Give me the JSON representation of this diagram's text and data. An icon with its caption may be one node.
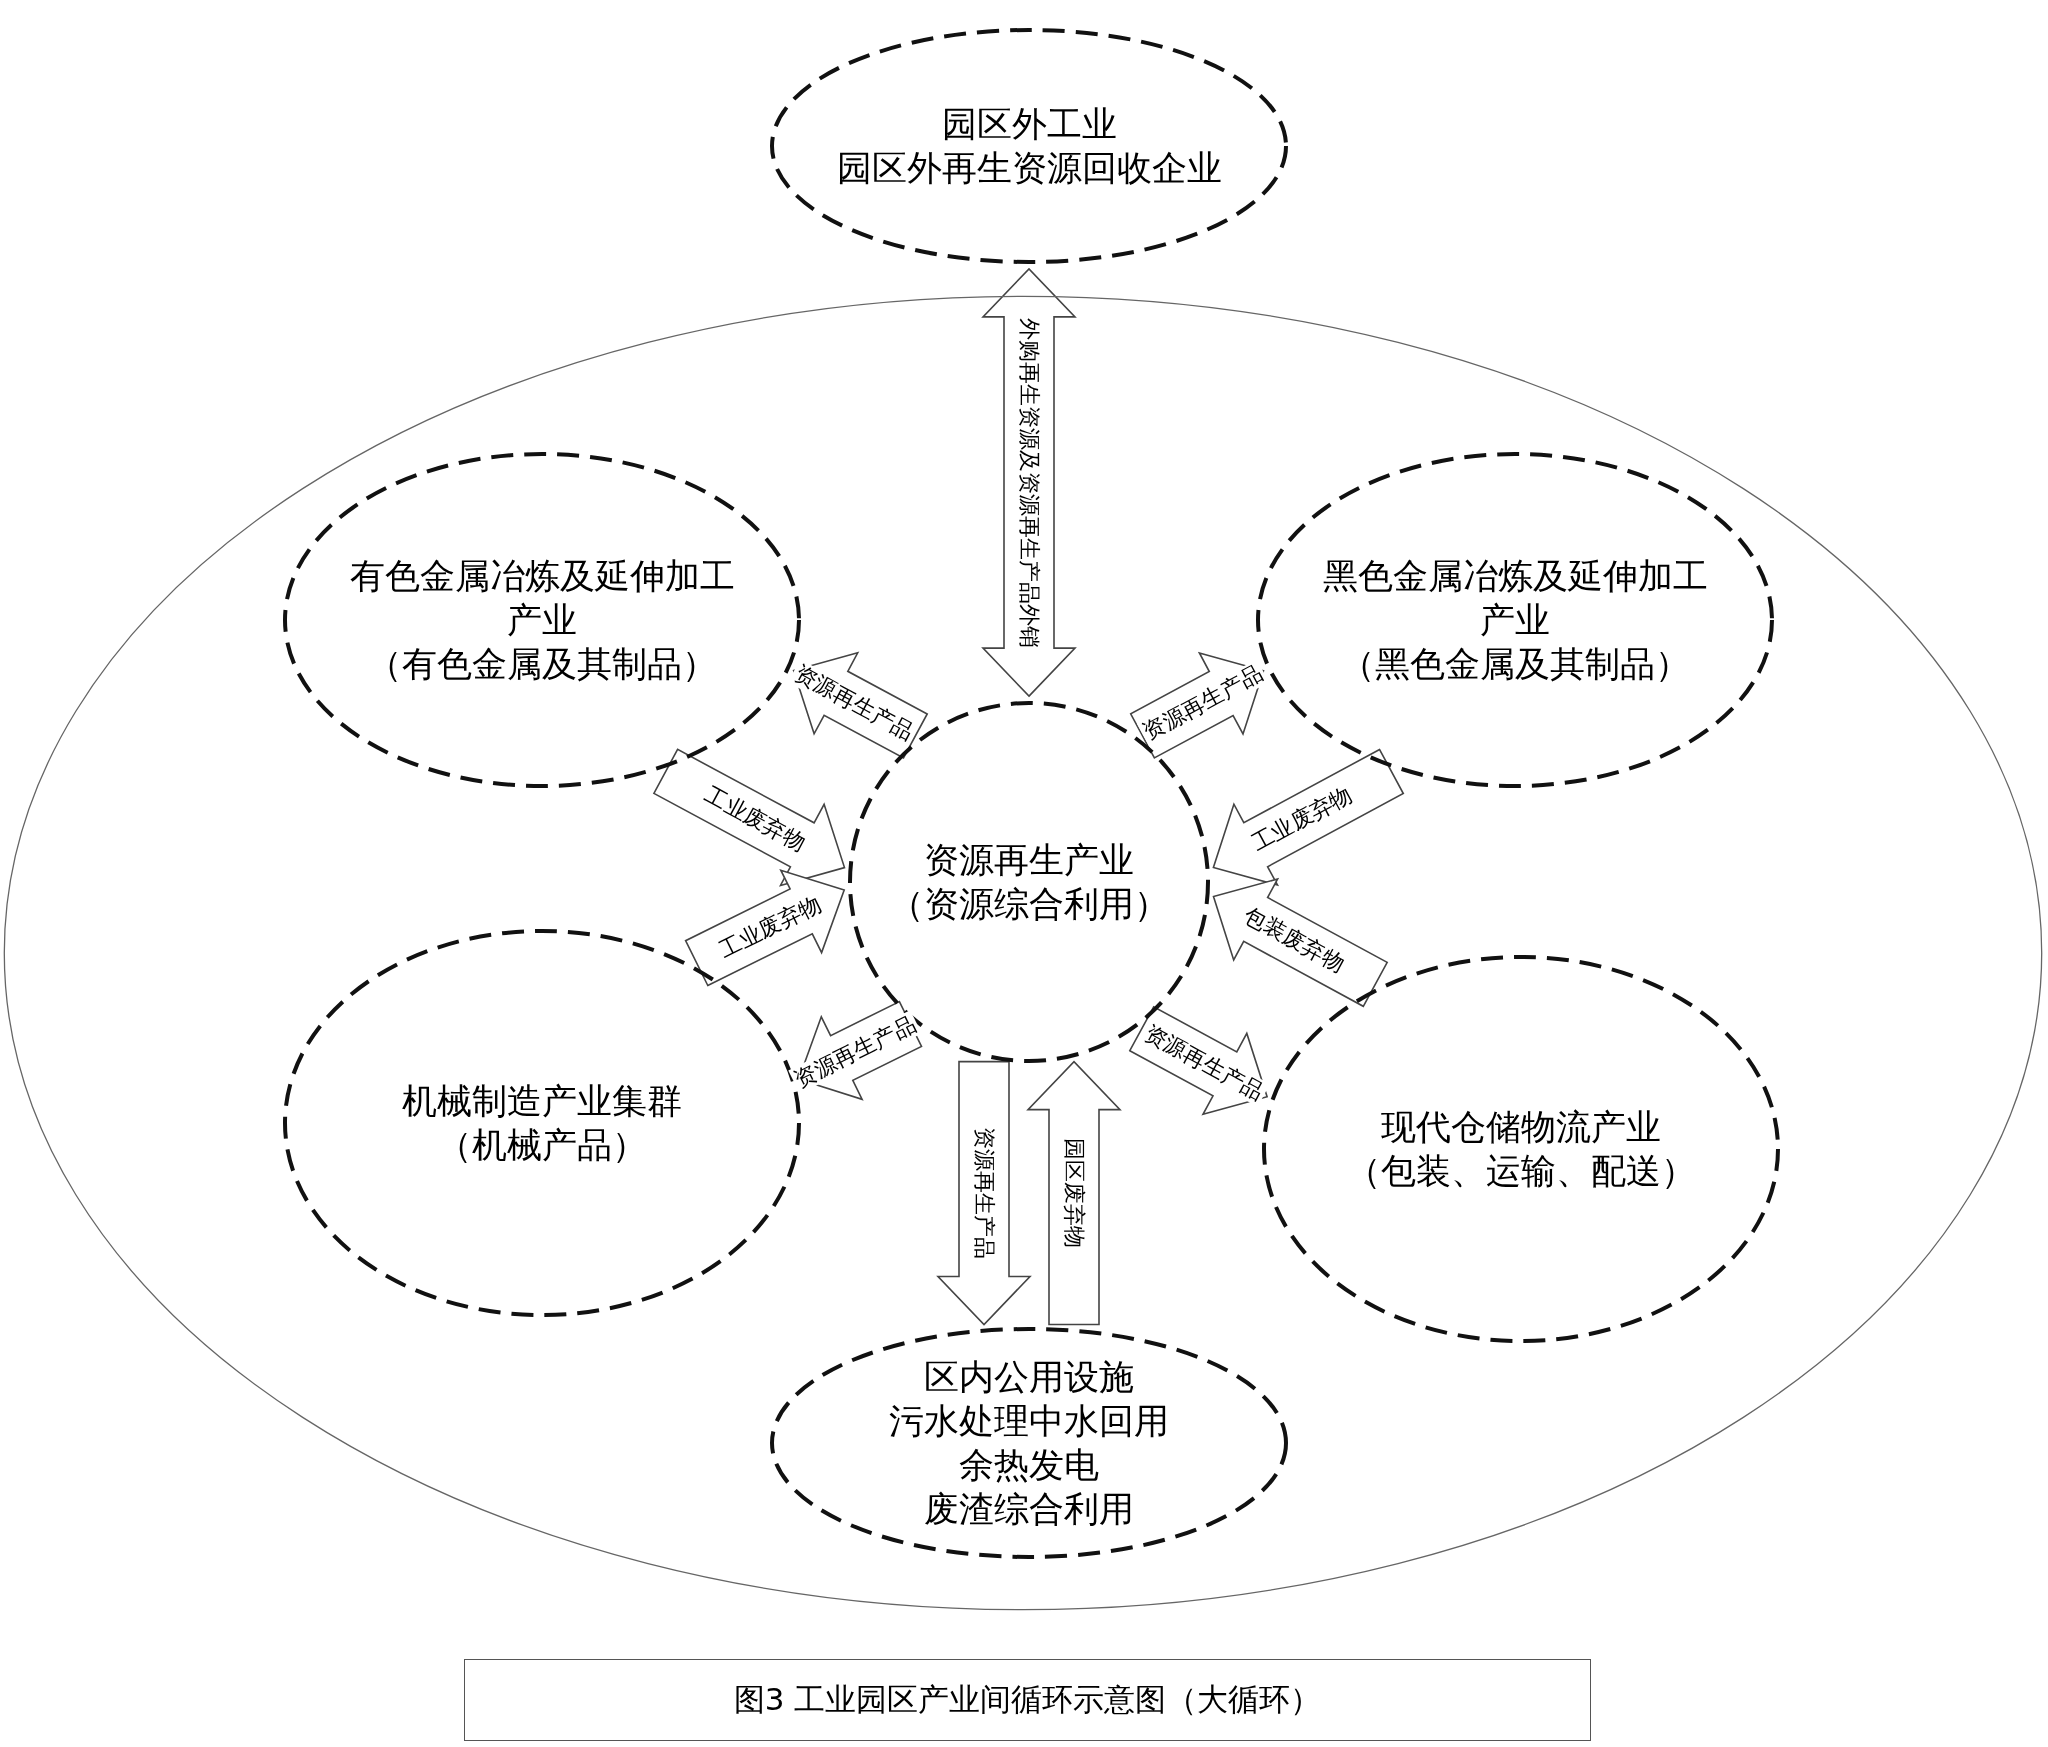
{
  "diagram": {
    "caption": "图3 工业园区产业间循环示意图（大循环）",
    "nodes": [
      {
        "text": [
          "园区外工业",
          "园区外再生资源回收企业"
        ]
      },
      {
        "text": [],
        "shape": "ellipse"
      },
      {
        "text": [
          "有色金属冶炼及延伸加工产业",
          "（有色金属及其制品）"
        ],
        "in": 1
      },
      {
        "text": [
          "黑色金属冶炼及延伸加工产业",
          "（黑色金属及其制品）"
        ],
        "in": 1
      },
      {
        "text": [
          "资源再生产业",
          "（资源综合利用）"
        ],
        "in": 1
      },
      {
        "text": [
          "机械制造产业集群",
          "（机械产品）"
        ],
        "in": 1
      },
      {
        "text": [
          "现代仓储物流产业",
          "（包装、运输、配送）"
        ],
        "in": 1
      },
      {
        "text": [
          "区内公用设施",
          "污水处理中水回用",
          "余热发电",
          "废渣综合利用"
        ],
        "in": 1
      }
    ],
    "edges": [
      {
        "from": 4,
        "to": 0,
        "arrow": "both",
        "label": "外购再生资源及资源再生产品外销"
      },
      {
        "from": 4,
        "to": 2,
        "arrow": "to",
        "label": "资源再生产品"
      },
      {
        "from": 4,
        "to": 3,
        "arrow": "to",
        "label": "资源再生产品"
      },
      {
        "from": 2,
        "to": 4,
        "arrow": "to",
        "label": "工业废弃物"
      },
      {
        "from": 5,
        "to": 4,
        "arrow": "to",
        "label": "工业废弃物"
      },
      {
        "from": 3,
        "to": 4,
        "arrow": "to",
        "label": "工业废弃物"
      },
      {
        "from": 6,
        "to": 4,
        "arrow": "to",
        "label": "包装废弃物"
      },
      {
        "from": 4,
        "to": 5,
        "arrow": "to",
        "label": "资源再生产品"
      },
      {
        "from": 4,
        "to": 6,
        "arrow": "to",
        "label": "资源再生产品"
      },
      {
        "from": 4,
        "to": 7,
        "arrow": "to",
        "label": "资源再生产品"
      },
      {
        "from": 7,
        "to": 4,
        "arrow": "to",
        "label": "园区废弃物"
      }
    ]
  }
}
